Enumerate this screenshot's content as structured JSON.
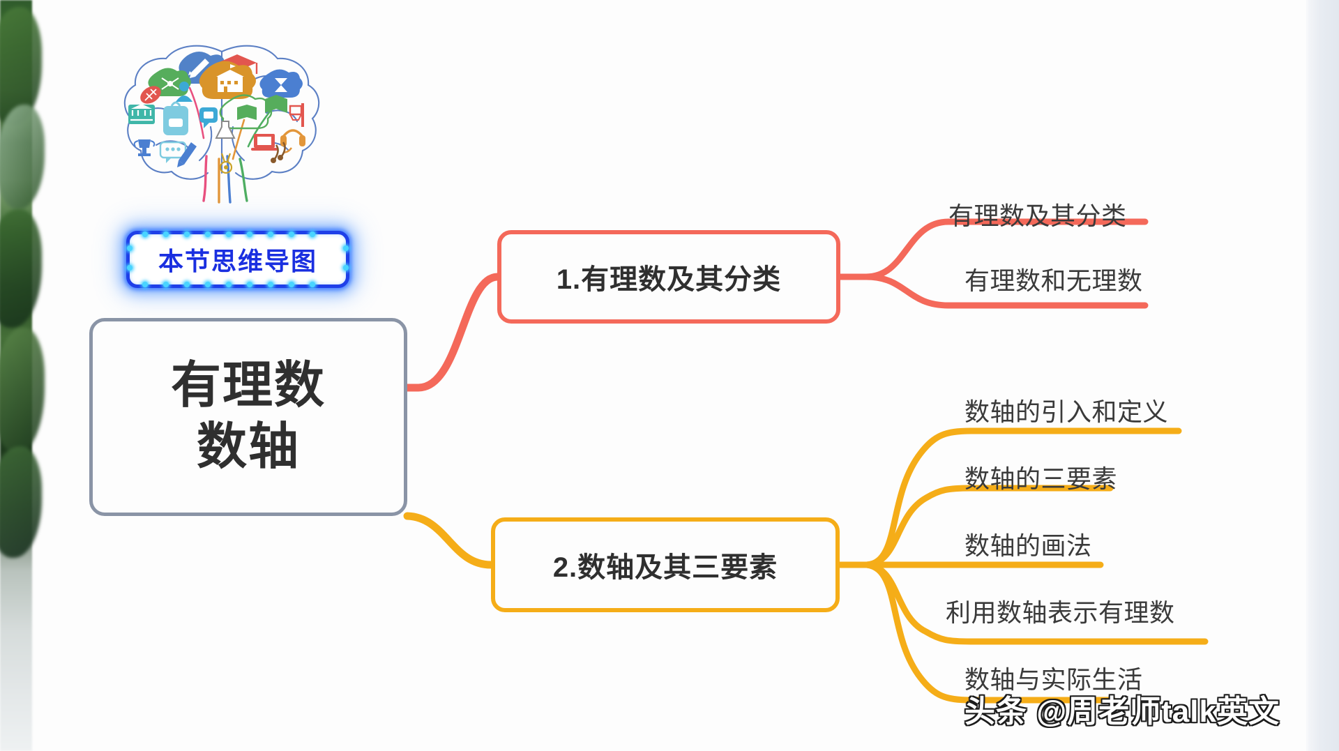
{
  "mindmap": {
    "header": {
      "plate_label": "本节思维导图",
      "brain_icon": "brain-illustration-icon"
    },
    "root": {
      "line1": "有理数",
      "line2": "数轴",
      "border_color": "#8a94a6"
    },
    "branches": [
      {
        "label": "1.有理数及其分类",
        "color": "#f4695a",
        "children": [
          {
            "label": "有理数及其分类"
          },
          {
            "label": "有理数和无理数"
          }
        ]
      },
      {
        "label": "2.数轴及其三要素",
        "color": "#f5ad18",
        "children": [
          {
            "label": "数轴的引入和定义"
          },
          {
            "label": "数轴的三要素"
          },
          {
            "label": "数轴的画法"
          },
          {
            "label": "利用数轴表示有理数"
          },
          {
            "label": "数轴与实际生活"
          }
        ]
      }
    ],
    "watermark": "头条 @周老师talk英文"
  }
}
